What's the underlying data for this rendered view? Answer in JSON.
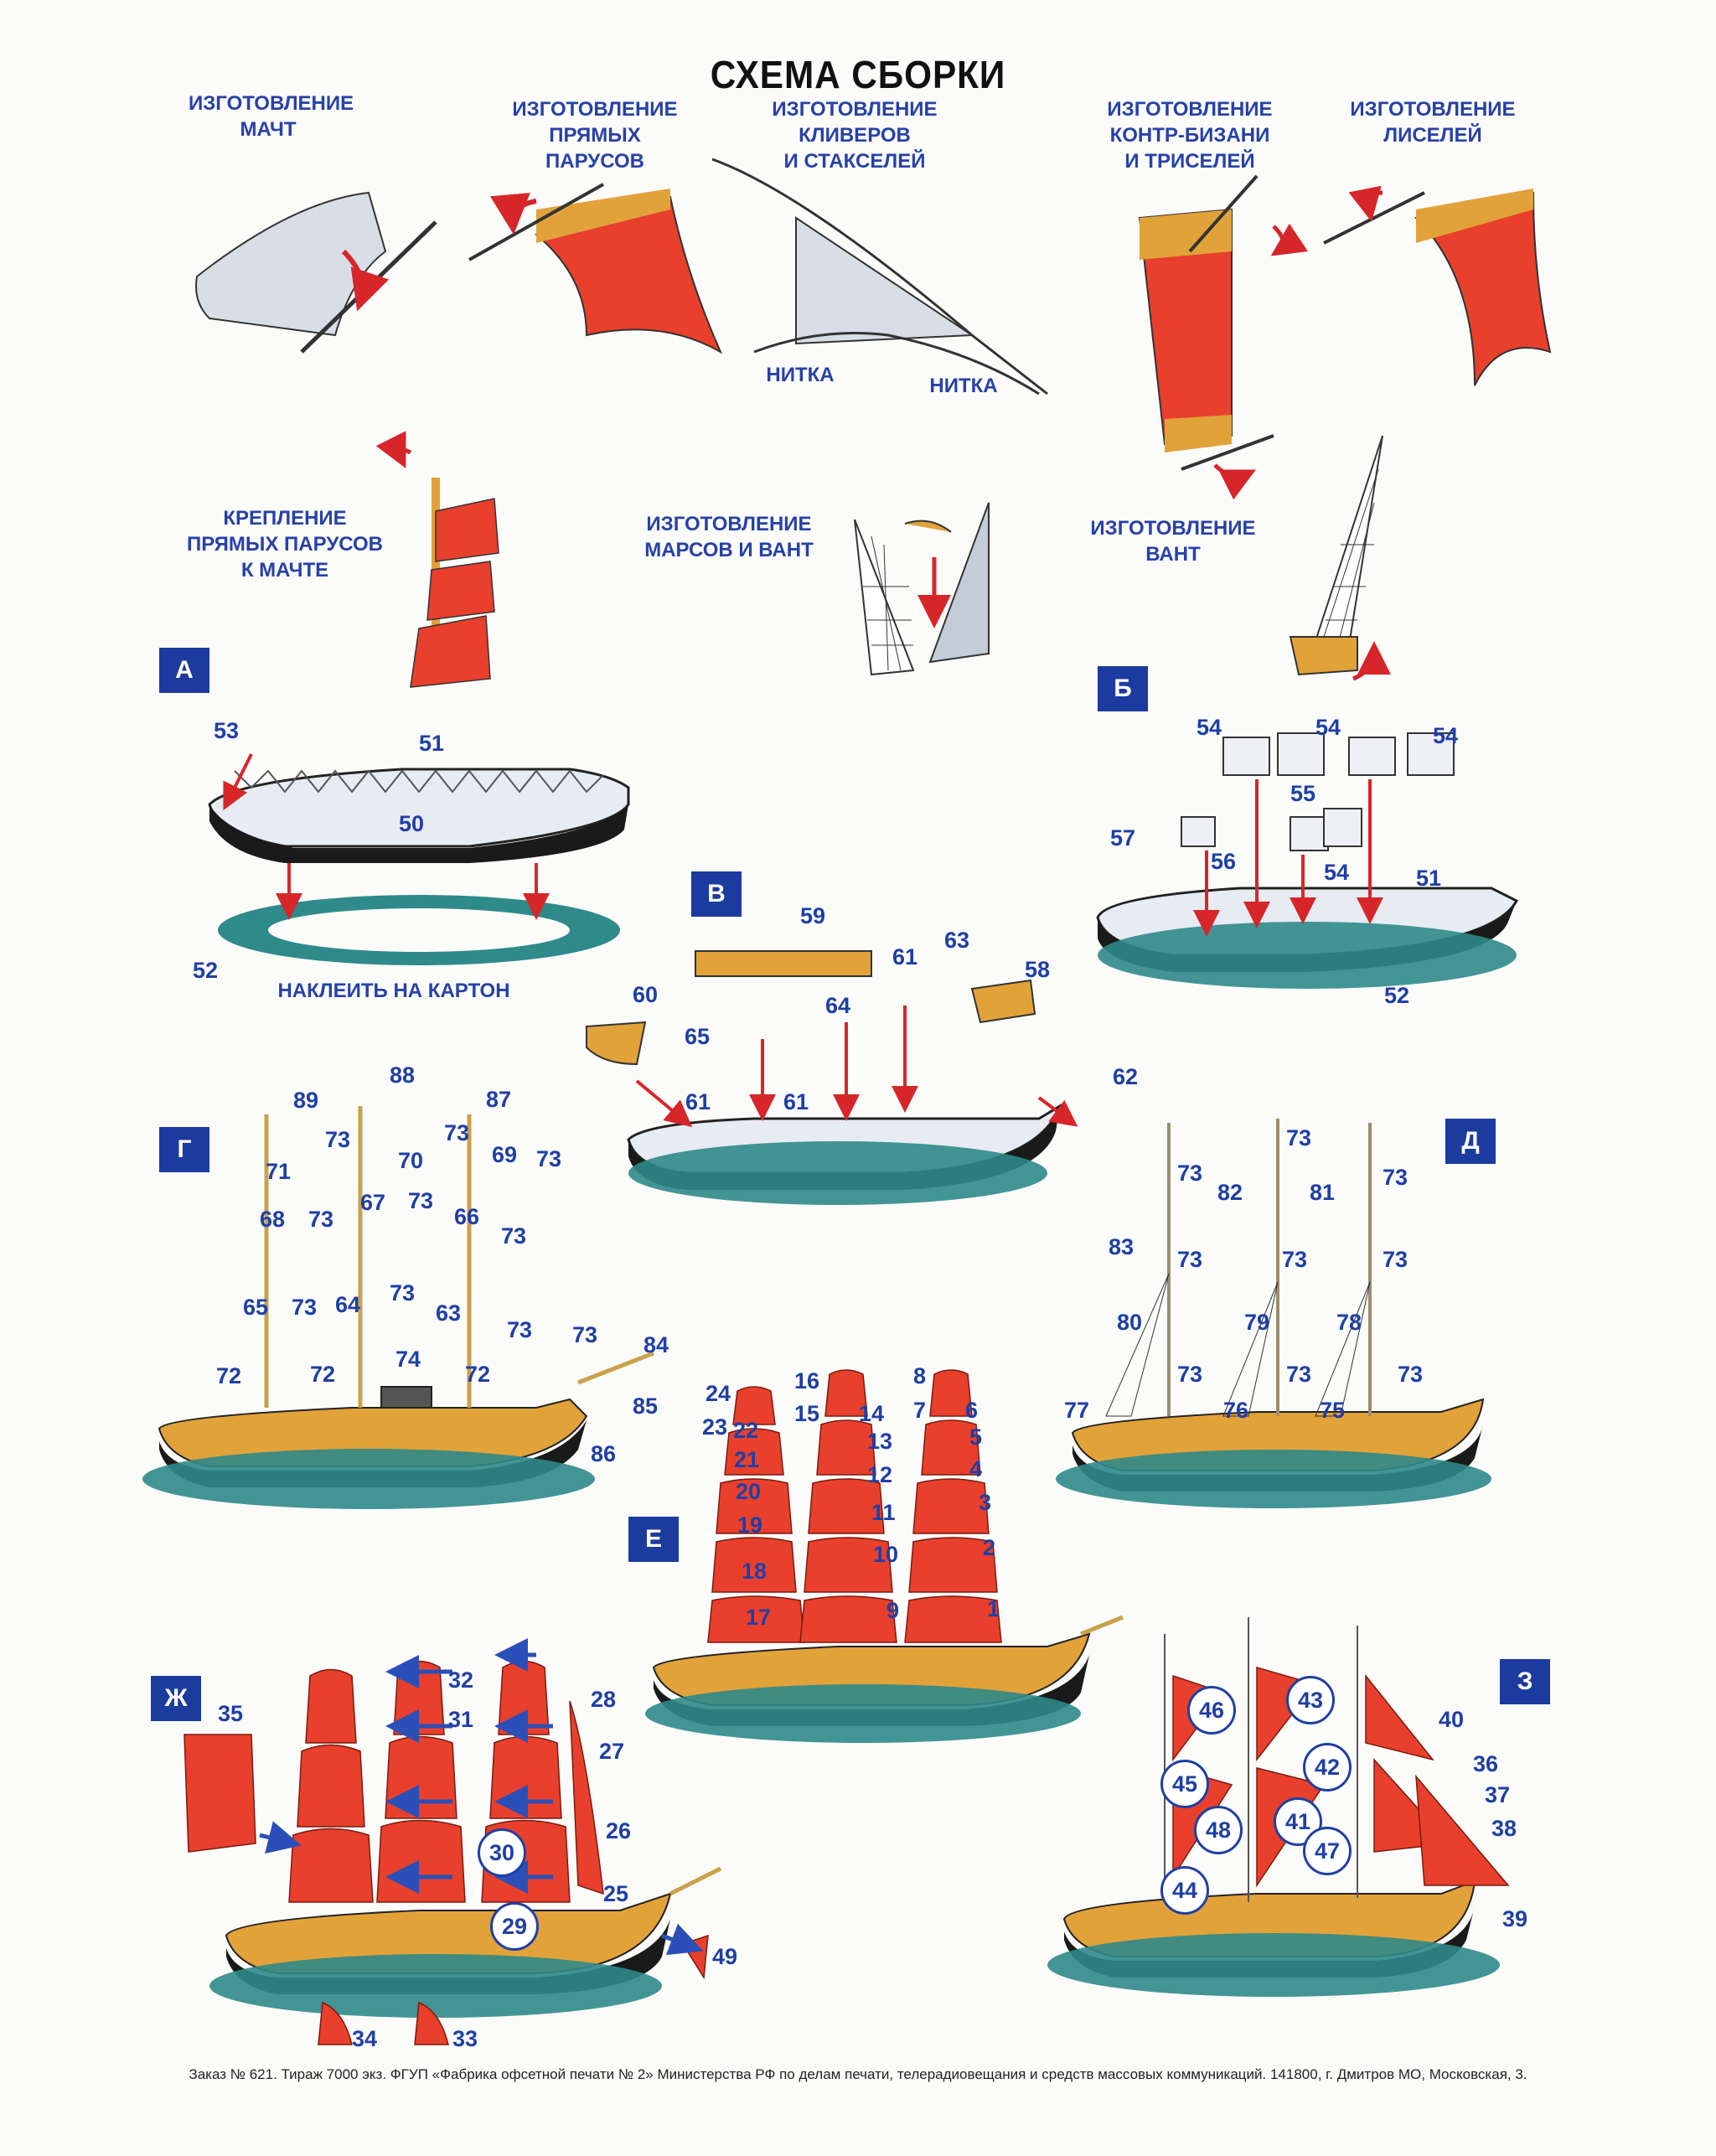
{
  "title": "СХЕМА СБОРКИ",
  "captions": {
    "masts": "ИЗГОТОВЛЕНИЕ\nМАЧТ",
    "square_sails": "ИЗГОТОВЛЕНИЕ\nПРЯМЫХ\nПАРУСОВ",
    "jibs": "ИЗГОТОВЛЕНИЕ\nКЛИВЕРОВ\nИ СТАКСЕЛЕЙ",
    "spanker": "ИЗГОТОВЛЕНИЕ\nКОНТР-БИЗАНИ\nИ ТРИСЕЛЕЙ",
    "studding": "ИЗГОТОВЛЕНИЕ\nЛИСЕЛЕЙ",
    "thread_1": "НИТКА",
    "thread_2": "НИТКА",
    "attach_sails": "КРЕПЛЕНИЕ\nПРЯМЫХ ПАРУСОВ\nК МАЧТЕ",
    "tops_shrouds": "ИЗГОТОВЛЕНИЕ\nМАРСОВ И ВАНТ",
    "shrouds": "ИЗГОТОВЛЕНИЕ\nВАНТ",
    "glue_cardboard": "НАКЛЕИТЬ НА КАРТОН"
  },
  "steps": [
    "А",
    "Б",
    "В",
    "Г",
    "Д",
    "Е",
    "Ж",
    "З"
  ],
  "parts": {
    "a": [
      "53",
      "51",
      "50",
      "52"
    ],
    "b": [
      "54",
      "54",
      "54",
      "55",
      "57",
      "56",
      "54",
      "51",
      "52"
    ],
    "v": [
      "59",
      "61",
      "63",
      "58",
      "60",
      "65",
      "64",
      "61",
      "61",
      "62"
    ],
    "g": [
      "88",
      "89",
      "87",
      "73",
      "73",
      "73",
      "71",
      "70",
      "69",
      "68",
      "73",
      "67",
      "73",
      "66",
      "73",
      "73",
      "65",
      "73",
      "64",
      "73",
      "63",
      "73",
      "73",
      "84",
      "72",
      "72",
      "74",
      "72",
      "85",
      "86"
    ],
    "d": [
      "73",
      "73",
      "82",
      "81",
      "73",
      "83",
      "73",
      "73",
      "73",
      "80",
      "79",
      "78",
      "73",
      "73",
      "73",
      "77",
      "76",
      "75"
    ],
    "e": [
      "16",
      "8",
      "24",
      "15",
      "14",
      "7",
      "6",
      "23",
      "22",
      "13",
      "5",
      "21",
      "12",
      "4",
      "20",
      "3",
      "19",
      "11",
      "18",
      "10",
      "2",
      "17",
      "9",
      "1"
    ],
    "zh": [
      "32",
      "28",
      "31",
      "27",
      "35",
      "26",
      "25",
      "49",
      "34",
      "33"
    ],
    "zh_circled": [
      "30",
      "29"
    ],
    "z": [
      "40",
      "36",
      "37",
      "38",
      "39"
    ],
    "z_circled": [
      "46",
      "43",
      "42",
      "45",
      "48",
      "41",
      "47",
      "44"
    ]
  },
  "colors": {
    "sail_red": "#e8402c",
    "wood": "#e2a23a",
    "hull_dark": "#1a1a1a",
    "stand": "#2f8a8a",
    "label_blue": "#1f3fa6",
    "arrow_red": "#d6262a"
  },
  "footer": "Заказ № 621. Тираж 7000 экз. ФГУП «Фабрика офсетной печати № 2» Министерства РФ по делам печати, телерадиовещания и средств массовых коммуникаций. 141800, г. Дмитров МО, Московская, 3."
}
